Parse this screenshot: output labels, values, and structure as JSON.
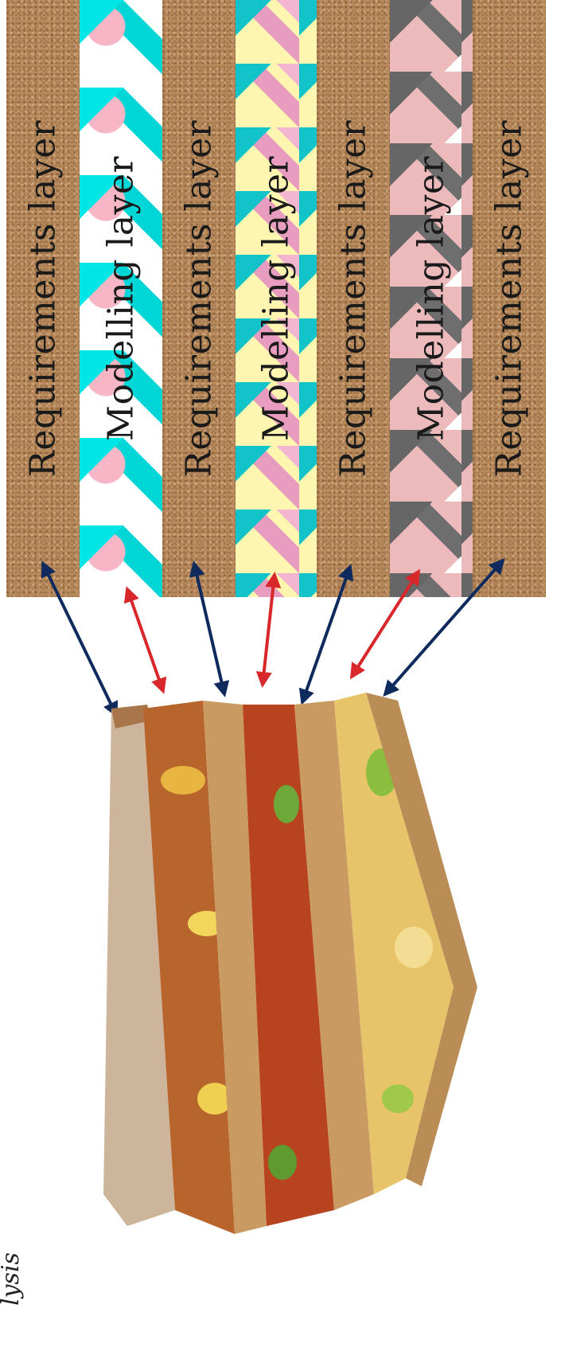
{
  "layers": [
    {
      "label": "Requirements layer",
      "kind": "requirements"
    },
    {
      "label": "Modelling layer",
      "kind": "modelling",
      "pattern": "cyan-pink"
    },
    {
      "label": "Requirements layer",
      "kind": "requirements"
    },
    {
      "label": "Modelling layer",
      "kind": "modelling",
      "pattern": "yellow-teal"
    },
    {
      "label": "Requirements layer",
      "kind": "requirements"
    },
    {
      "label": "Modelling layer",
      "kind": "modelling",
      "pattern": "pink-grey"
    },
    {
      "label": "Requirements layer",
      "kind": "requirements"
    }
  ],
  "corner_text": "lysis",
  "colors": {
    "requirements_arrow": "#0f2a5c",
    "modelling_arrow": "#d8282c",
    "cork": "#b98a5c"
  }
}
